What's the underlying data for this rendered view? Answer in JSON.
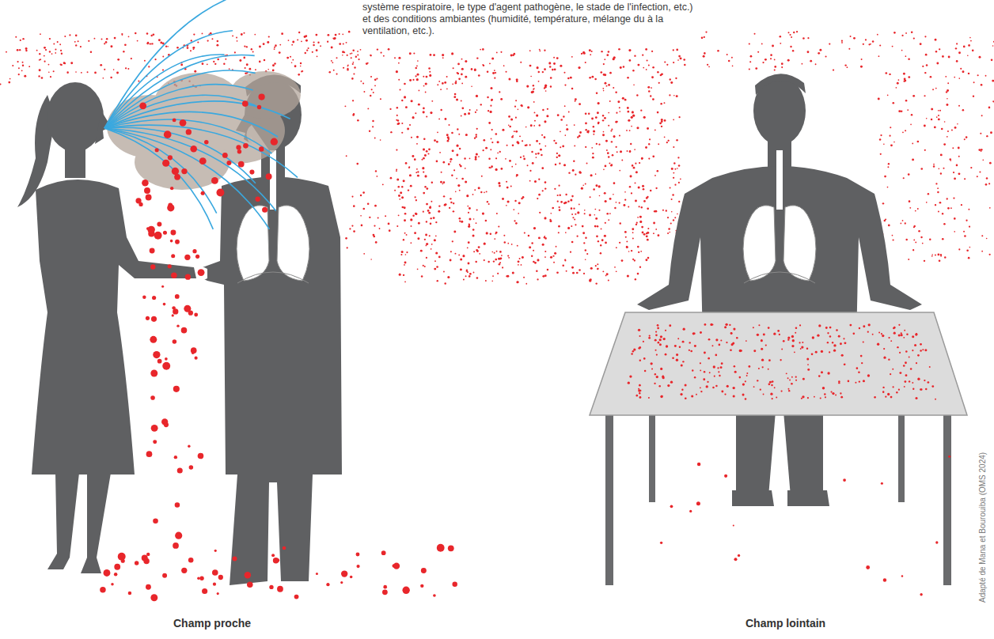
{
  "diagram": {
    "labels": [
      "système respiratoire, le type d'agent pathogène, le stade de l'infection, etc.) et des conditions ambiantes (humidité, température, mélange du à la ventilation, etc.).",
      "Champ proche",
      "Champ lointain",
      "Adapté de Mana et Bourouiba (OMS 2024)"
    ]
  }
}
